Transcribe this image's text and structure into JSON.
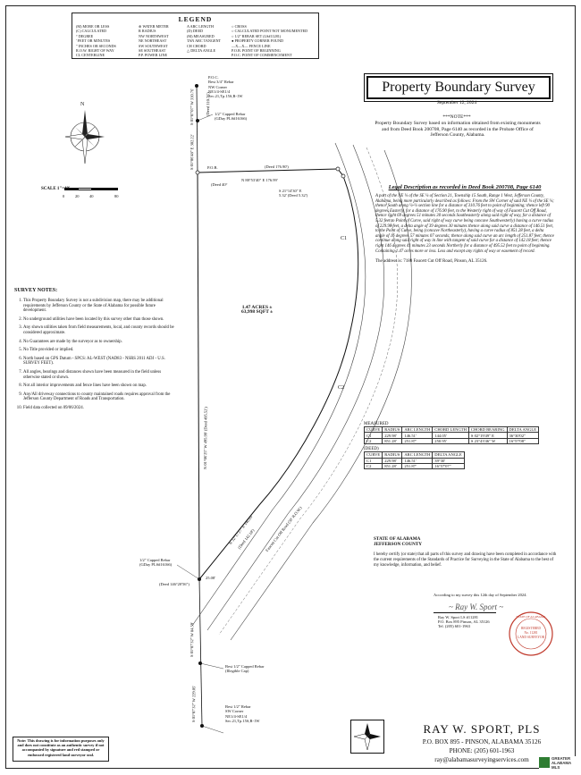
{
  "legend": {
    "title": "LEGEND",
    "col1": [
      "(M) MORE OR LESS",
      "(C) CALCULATED",
      "° DEGREE",
      "' FEET OR MINUTES",
      "\" INCHES OR SECONDS",
      "R.O.W. RIGHT OF WAY",
      "CL CENTERLINE"
    ],
    "col2": [
      "⊕ WATER METER",
      "R RADIUS",
      "NW NORTHWEST",
      "NE NORTHEAST",
      "SW SOUTHWEST",
      "SE SOUTHEAST",
      "P.P. POWER LINE"
    ],
    "col3": [
      "A ARC LENGTH",
      "(D) DEED",
      "(M) MEASURED",
      "TAN ARC TANGENT",
      "CH CHORD",
      "△ DELTA ANGLE"
    ],
    "col4": [
      "○ CROSS",
      "○ CALCULATED POINT NOT MONUMENTED",
      "○ 1/2\" REBAR SET (LS#11281)",
      "● PROPERTY CORNER FOUND",
      "—X—X— FENCE LINE",
      "P.O.B. POINT OF BEGINNING",
      "P.O.C. POINT OF COMMENCEMENT"
    ]
  },
  "header": {
    "title": "Property Boundary Survey",
    "date": "September 12, 2024",
    "note_title": "***NOTE***",
    "note_body": "Property Boundary Survey based on information obtained from existing monuments and from Deed Book 200708, Page 6140 as recorded in the Probate Office of Jefferson County, Alabama."
  },
  "scale": {
    "label": "SCALE 1\"=40'",
    "ticks": [
      "0",
      "20",
      "40",
      "80"
    ],
    "north": "N"
  },
  "notes": {
    "title": "SURVEY NOTES:",
    "items": [
      "This Property Boundary Survey is not a subdivision map, there may be additional requirements by Jefferson County or the State of Alabama for possible future development.",
      "No underground utilities have been located by this survey other than those shown.",
      "Any shown utilities taken from field measurements, local, and county records should be considered approximate.",
      "No Guarantees are made by the surveyor as to ownership.",
      "No Title provided or implied.",
      "North based on GPS Datum - SPCS: AL-WEST (NAD83 - NSRS 2011 ADJ - U.S. SURVEY FEET).",
      "All angles, bearings and distances shown have been measured in the field unless otherwise stated or shown.",
      "Not all interior improvements and fence lines have been shown on map.",
      "Any/All driveway connections to county maintained roads requires approval from the Jefferson County Department of Roads and Transportation.",
      "Field data collected on 09/06/2024."
    ]
  },
  "legal": {
    "title": "Legal Description as recorded in Deed Book 200708, Page 6140",
    "body": "A part of the NE ¼ of the SE ¼ of Section 21, Township 15 South, Range 1 West, Jefferson County, Alabama, being more particularly described as follows: From the SW Corner of said NE ¼ of the SE ¼; thence South along ¼-¼ section line for a distance of 310.76 feet to point of beginning; thence left 90 degrees Easterly, for a distance of 176.90 feet, to the Westerly right of way of Faucett Cut Off Road, thence right 69 degrees 51 minutes 30 seconds Southeasterly along said right of way, for a distance of 5.32 feet to Point of Curve, said right of way curve being concave Southwesterly) having a curve radius of 229.98 feet, a delta angle of 39 degrees 30 minutes thence along said curve a distance of 146.51 feet, to the Point of Curve, being (concave Northeasterly), having a curve radius of 851.28 feet, a delta angle of 16 degrees 57 minutes 07 seconds; thence along said curve an arc length of 251.87 feet; thence continue along said right of way in line with tangent of said curve for a distance of 142.18 feet; thence right 146 degrees 41 minutes 23 seconds Northerly for a distance of 495.52 feet to point of beginning. Containing 1.47 acres more or less. Less and except any rights of way or easement of record.",
    "address": "The address is: 7180 Faucett Cut Off Road, Pinson, AL 35126."
  },
  "tables": {
    "measured_caption": "MEASURED",
    "measured_headers": [
      "CURVE",
      "RADIUS",
      "ARC LENGTH",
      "CHORD LENGTH",
      "CHORD BEARING",
      "DELTA ANGLE"
    ],
    "measured_rows": [
      [
        "C1",
        "229.98'",
        "146.51'",
        "144.05'",
        "S 02°19'49\" E",
        "36°30'02\""
      ],
      [
        "C2",
        "851.28'",
        "251.87'",
        "250.95'",
        "S 23°43'46\" W",
        "16°57'08\""
      ]
    ],
    "deed_caption": "(DEED)",
    "deed_headers": [
      "CURVE",
      "RADIUS",
      "ARC LENGTH",
      "DELTA ANGLE"
    ],
    "deed_rows": [
      [
        "C1",
        "229.98'",
        "146.51'",
        "39°30'"
      ],
      [
        "C2",
        "851.28'",
        "251.87'",
        "16°57'07\""
      ]
    ]
  },
  "certification": {
    "state": "STATE OF ALABAMA",
    "county": "JEFFERSON COUNTY",
    "body": "I hereby certify (or state) that all parts of this survey and drawing have been completed in accordance with the current requirements of the Standards of Practice for Surveying in the State of Alabama to the best of my knowledge, information, and belief.",
    "signed": "According to my survey this 12th day of September 2024.",
    "signer": [
      "Ray W. Sport LS #11281",
      "P.O. Box 895 Pinson, AL 35126",
      "Tel. (205) 601-1963"
    ]
  },
  "seal": {
    "outer": "STATE OF ALABAMA",
    "lines": [
      "REGISTERED",
      "No. 11281",
      "LAND SURVEYOR"
    ]
  },
  "firm": {
    "name": "RAY W. SPORT, PLS",
    "address": "P.O. BOX 895 - PINSON, ALABAMA 35126",
    "phone": "PHONE: (205) 601-1963",
    "email": "ray@alabamasurveyingservices.com"
  },
  "disclaimer": "Note: This drawing is for information purposes only and does not constitute as an authentic survey if not accompanied by signature and red stamped or embossed registered land surveyor seal.",
  "watermark": {
    "line1": "GREATER",
    "line2": "ALABAMA",
    "line3": "MLS"
  },
  "plat": {
    "poc": [
      "P.O.C.",
      "Best 3/4\" Rebar",
      "NW Corner",
      "NE1/4-SE1/4",
      "Sec.21,Tp.15S,R-1W"
    ],
    "top_rebar": [
      "1/2\" Capped Rebar",
      "(GDay PLS#16166)"
    ],
    "pob": "P.O.B.",
    "north_line": "N 88°53'40\" E  176.99'",
    "north_deed": "(Deed 176.90')",
    "ne_line": [
      "S 21°14'30\" E",
      "5.32' (Deed 5.32')"
    ],
    "area": [
      "1.47 ACRES ±",
      "63,998 SQFT ±"
    ],
    "west_line": "N 01°06'25\" W  495.99' (Deed 495.52')",
    "south_line": "N 32°17'27\" E  140.09'",
    "south_deed": "(Deed 142.18')",
    "road": "Faucett Cut Off Road (50' R.O.W.)",
    "sw_rebar": [
      "1/2\" Capped Rebar",
      "(GDay PLS#16166)"
    ],
    "sw_angle": "(Deed 146°20'56\")",
    "sw_dist": "25.08'",
    "eligible_rebar": [
      "Best 1/2\" Capped Rebar",
      "(Illegible Cap)"
    ],
    "bottom_rebar": [
      "Best 1/2\" Rebar",
      "SW Corner",
      "NE1/4-SE1/4",
      "Sec.21,Tp.15S,R-1W"
    ],
    "line_a": "S 01°07'07\" W  310.76'",
    "line_a_deed": "(Deed 310.76')",
    "line_b": "S 01°06'48\" E  302.22'",
    "line_c": "S 01°07'32\" W  84.59'",
    "line_d": "S 01°07'32\" W  229.05'",
    "deed_tag": "(Deed 40°",
    "c1": "C1",
    "c2": "C2"
  }
}
